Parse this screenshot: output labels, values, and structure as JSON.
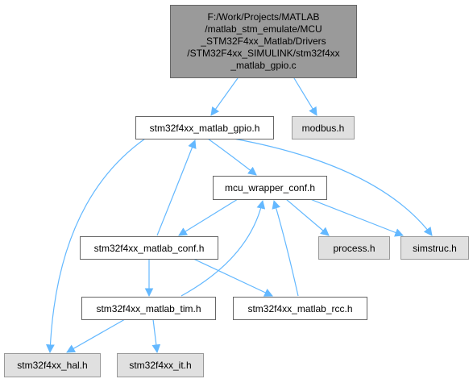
{
  "root": {
    "lines": [
      "F:/Work/Projects/MATLAB",
      "/matlab_stm_emulate/MCU",
      "_STM32F4xx_Matlab/Drivers",
      "/STM32F4xx_SIMULINK/stm32f4xx",
      "_matlab_gpio.c"
    ]
  },
  "nodes": {
    "gpio_h": "stm32f4xx_matlab_gpio.h",
    "modbus_h": "modbus.h",
    "mcu_wrapper_conf_h": "mcu_wrapper_conf.h",
    "matlab_conf_h": "stm32f4xx_matlab_conf.h",
    "process_h": "process.h",
    "simstruc_h": "simstruc.h",
    "matlab_tim_h": "stm32f4xx_matlab_tim.h",
    "matlab_rcc_h": "stm32f4xx_matlab_rcc.h",
    "hal_h": "stm32f4xx_hal.h",
    "it_h": "stm32f4xx_it.h"
  },
  "colors": {
    "edge": "#63b8ff",
    "root_fill": "#9a9a9a",
    "node_fill": "#ffffff",
    "external_fill": "#e0e0e0"
  }
}
